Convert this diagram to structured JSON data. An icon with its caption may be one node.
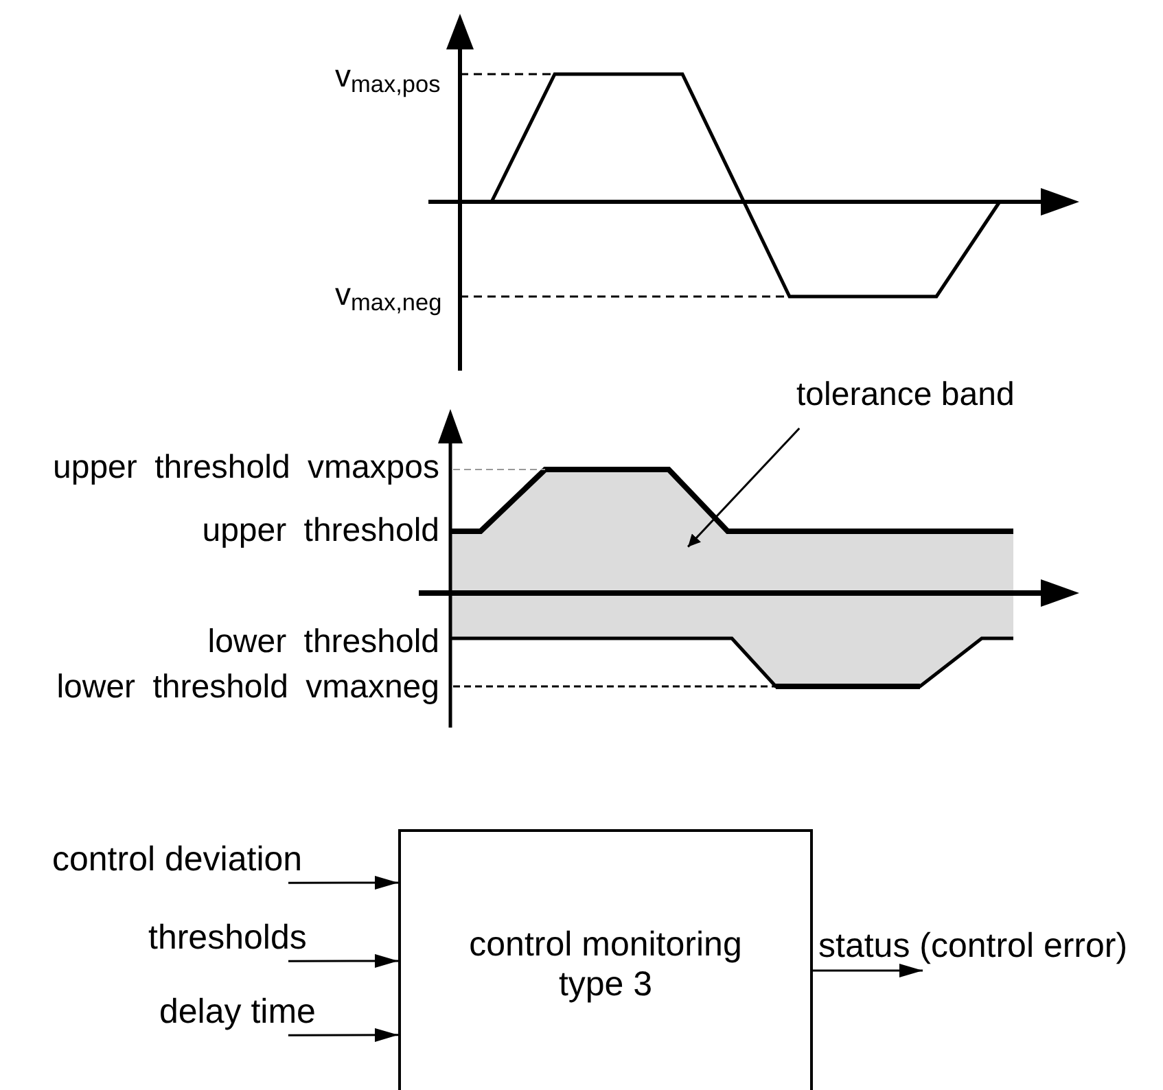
{
  "diagram": {
    "nodes": [
      {
        "text": [
          "tolerance band"
        ]
      },
      {
        "text": [],
        "shape": "band"
      },
      {
        "text": [
          "control deviation"
        ]
      },
      {
        "text": [
          "thresholds"
        ]
      },
      {
        "text": [
          "delay time"
        ]
      },
      {
        "text": [
          "control monitoring type 3"
        ]
      },
      {
        "text": [
          "status (control error)"
        ]
      }
    ],
    "edges": [
      {
        "from": 0,
        "to": 1,
        "arrow": "to"
      },
      {
        "from": 2,
        "to": 5,
        "arrow": "to"
      },
      {
        "from": 3,
        "to": 5,
        "arrow": "to"
      },
      {
        "from": 4,
        "to": 5,
        "arrow": "to"
      },
      {
        "from": 5,
        "to": 6,
        "arrow": "to"
      }
    ],
    "labels": [
      "v$_{max,pos}$",
      "v$_{max,neg}$",
      "upper threshold vmaxpos",
      "upper threshold",
      "lower threshold",
      "lower threshold vmaxneg"
    ]
  }
}
